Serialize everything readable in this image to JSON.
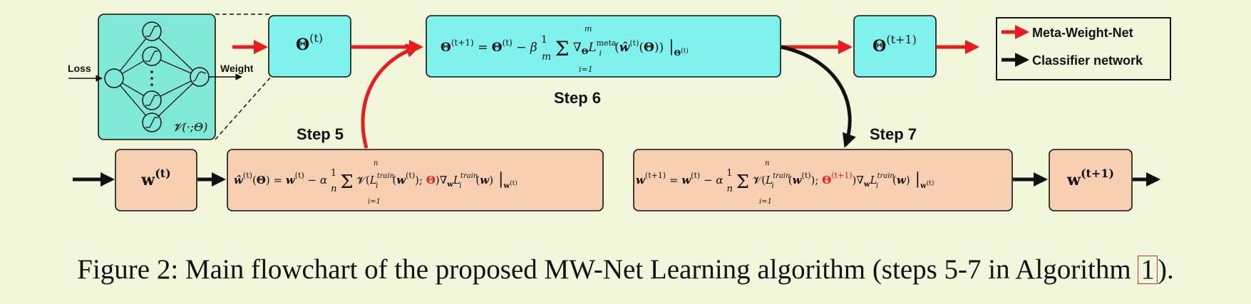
{
  "network": {
    "input_label": "Loss",
    "output_label": "Weight",
    "function_label": "𝓥(·;Θ)"
  },
  "boxes": {
    "theta_t": "Θ(t)",
    "theta_t1": "Θ(t+1)",
    "w_t": "w(t)",
    "w_t1": "w(t+1)"
  },
  "equations": {
    "step6": "Θ(t+1) = Θ(t) − β (1/m) Σ_{i=1}^{m} ∇_Θ L_i^meta( ŵ(t)(Θ) ) |_Θ(t)",
    "step5": "ŵ(t)(Θ) = w(t) − α (1/n) Σ_{i=1}^{n} 𝓥(L_i^train(w(t)); Θ) ∇_w L_i^train(w) |_w(t)",
    "step7": "w(t+1) = w(t) − α (1/n) Σ_{i=1}^{n} 𝓥(L_i^train(w(t)); Θ(t+1)) ∇_w L_i^train(w) |_w(t)"
  },
  "steps": {
    "step5": "Step 5",
    "step6": "Step 6",
    "step7": "Step 7"
  },
  "legend": {
    "meta": "Meta-Weight-Net",
    "classifier": "Classifier network"
  },
  "caption": {
    "text": "Figure 2: Main flowchart of the proposed MW-Net Learning algorithm (steps 5-7 in Algorithm ",
    "ref": "1",
    "end": ")."
  },
  "colors": {
    "background": "#f2f7dc",
    "cyan_box": "#7ff2ee",
    "network_box": "#7fe8d6",
    "salmon_box": "#f8cfb0",
    "meta_arrow": "#e81c1c",
    "classifier_arrow": "#111111"
  }
}
